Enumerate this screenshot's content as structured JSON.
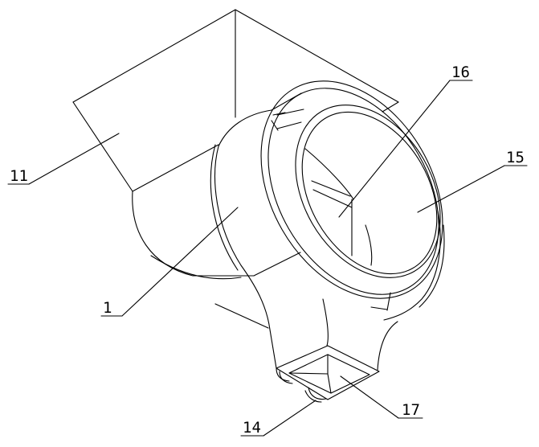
{
  "drawing": {
    "line_color": "#000000",
    "background": "#ffffff",
    "callouts": {
      "c11": "11",
      "c1": "1",
      "c14": "14",
      "c16": "16",
      "c15": "15",
      "c17": "17"
    }
  }
}
